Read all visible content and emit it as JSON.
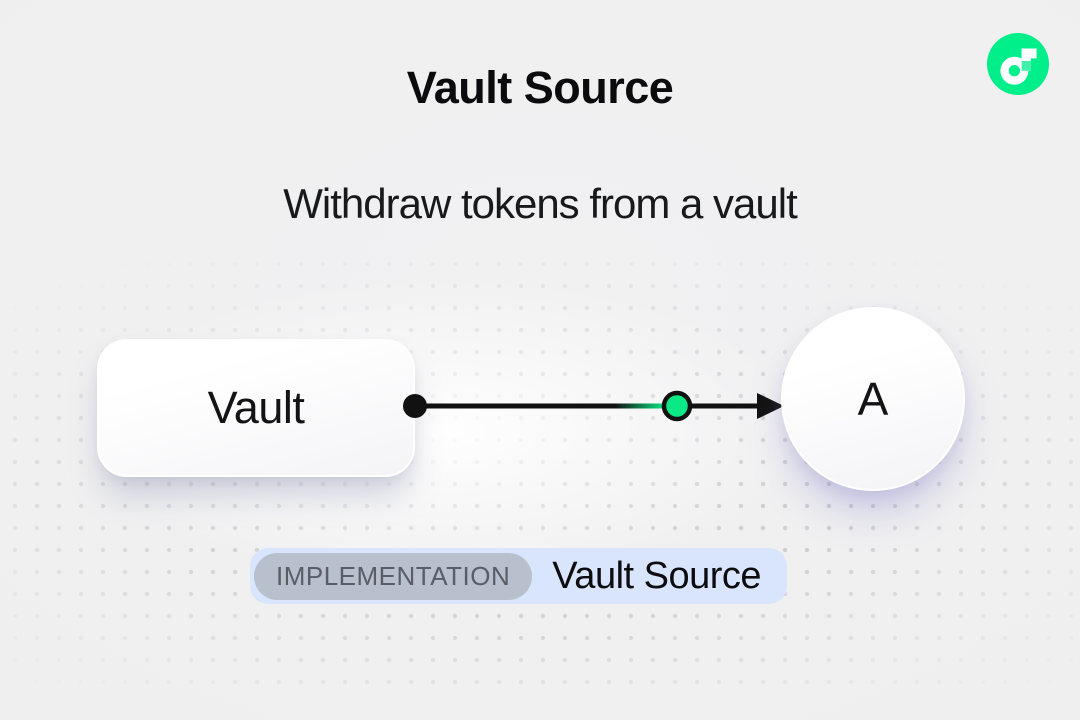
{
  "page": {
    "title": "Vault Source",
    "subtitle": "Withdraw tokens from a vault"
  },
  "diagram": {
    "source_node": {
      "label": "Vault",
      "shape": "rounded-rect"
    },
    "target_node": {
      "label": "A",
      "shape": "circle"
    },
    "connector": {
      "type": "arrow",
      "direction": "left-to-right",
      "start_marker": "black-dot",
      "mid_marker": "green-dot",
      "end_marker": "arrowhead"
    }
  },
  "badge": {
    "tag": "IMPLEMENTATION",
    "label": "Vault Source"
  },
  "logo": {
    "name": "flow-logo"
  },
  "colors": {
    "background": "#EFEFF0",
    "accent_green": "#00EF8B",
    "connector_green_dot": "#0CE886",
    "badge_background": "#D9E5FC",
    "badge_pill_background": "#B9C0CD",
    "badge_pill_text": "#585D68",
    "dot_grid": "#CFCFD3",
    "text_primary": "#0B0B0D"
  }
}
